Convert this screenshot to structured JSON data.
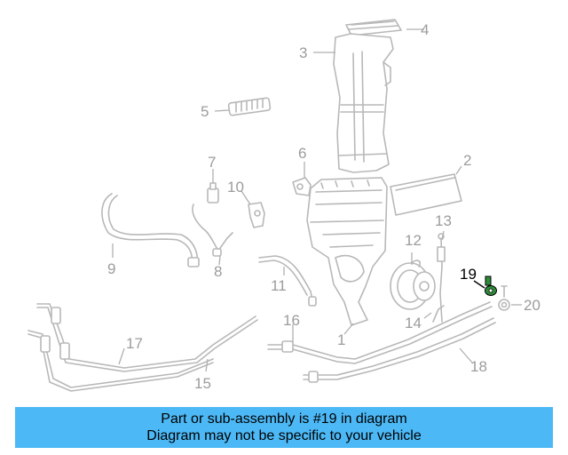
{
  "callouts": {
    "c1": "1",
    "c2": "2",
    "c3": "3",
    "c4": "4",
    "c5": "5",
    "c6": "6",
    "c7": "7",
    "c8": "8",
    "c9": "9",
    "c10": "10",
    "c11": "11",
    "c12": "12",
    "c13": "13",
    "c14": "14",
    "c15": "15",
    "c16": "16",
    "c17": "17",
    "c18": "18",
    "c19": "19",
    "c20": "20"
  },
  "highlighted_part": "19",
  "colors": {
    "banner": "#4cb8f5",
    "highlight_part": "#2e8b3a",
    "parts": "#b8b8b8"
  },
  "banner": {
    "line1": "Part or sub-assembly is #19 in diagram",
    "line2": "Diagram may not be specific to your vehicle"
  }
}
